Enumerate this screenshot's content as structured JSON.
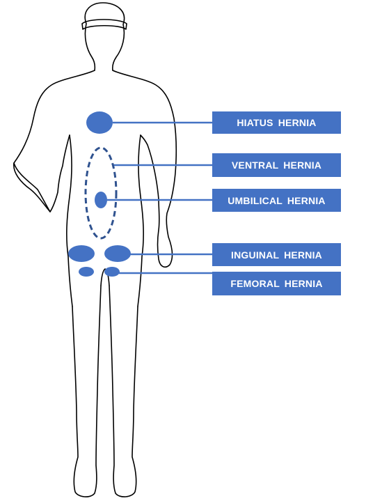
{
  "colors": {
    "accent": "#4472c4",
    "label_text": "#ffffff",
    "outline": "#000000",
    "background": "#ffffff"
  },
  "labels": {
    "hiatus": "HIATUS  HERNIA",
    "ventral": "VENTRAL  HERNIA",
    "umbilical": "UMBILICAL  HERNIA",
    "inguinal": "INGUINAL  HERNIA",
    "femoral": "FEMORAL  HERNIA"
  }
}
